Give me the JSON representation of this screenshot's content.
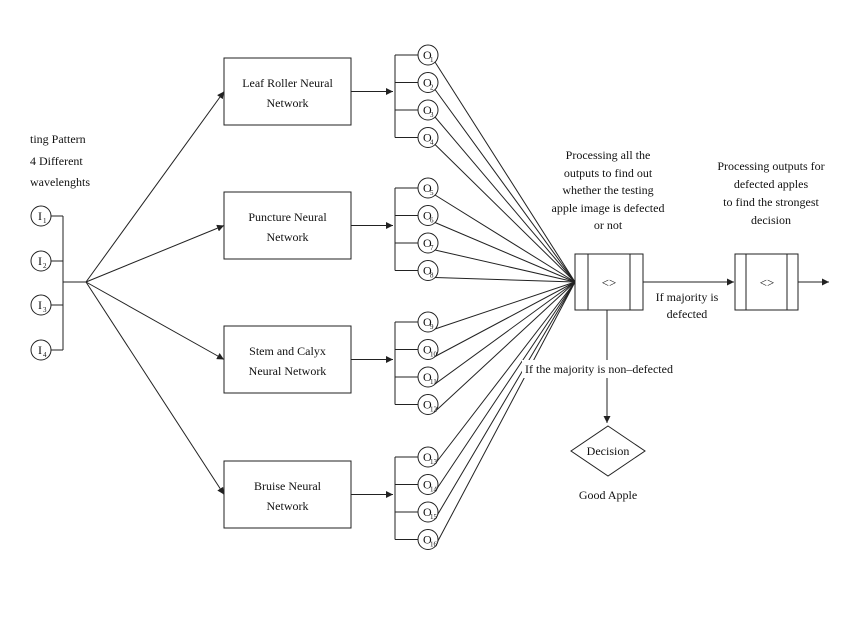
{
  "input_caption": [
    "ting Pattern",
    "4 Different",
    "wavelenghts"
  ],
  "inputs": [
    {
      "letter": "I",
      "sub": "1"
    },
    {
      "letter": "I",
      "sub": "2"
    },
    {
      "letter": "I",
      "sub": "3"
    },
    {
      "letter": "I",
      "sub": "4"
    }
  ],
  "networks": [
    {
      "lines": [
        "Leaf Roller Neural",
        "Network"
      ]
    },
    {
      "lines": [
        "Puncture Neural",
        "Network"
      ]
    },
    {
      "lines": [
        "Stem and Calyx",
        "Neural Network"
      ]
    },
    {
      "lines": [
        "Bruise Neural",
        "Network"
      ]
    }
  ],
  "outputs": [
    {
      "letter": "O",
      "sub": "1"
    },
    {
      "letter": "O",
      "sub": "2"
    },
    {
      "letter": "O",
      "sub": "3"
    },
    {
      "letter": "O",
      "sub": "4"
    },
    {
      "letter": "O",
      "sub": "5"
    },
    {
      "letter": "O",
      "sub": "6"
    },
    {
      "letter": "O",
      "sub": "7"
    },
    {
      "letter": "O",
      "sub": "8"
    },
    {
      "letter": "O",
      "sub": "9"
    },
    {
      "letter": "O",
      "sub": "10"
    },
    {
      "letter": "O",
      "sub": "11"
    },
    {
      "letter": "O",
      "sub": "12"
    },
    {
      "letter": "O",
      "sub": "13"
    },
    {
      "letter": "O",
      "sub": "14"
    },
    {
      "letter": "O",
      "sub": "15"
    },
    {
      "letter": "O",
      "sub": "16"
    }
  ],
  "processing_note": [
    "Processing all the",
    "outputs to find out",
    "whether the testing",
    "apple image  is defected",
    "or not"
  ],
  "defect_note": [
    "Processing outputs for",
    "defected apples",
    "to find the strongest",
    "decision"
  ],
  "process_symbol": "<>",
  "defect_symbol": "<>",
  "majority_defected": [
    "If majority is",
    "defected"
  ],
  "majority_non_defected": "If the majority is non–defected",
  "decision_label": "Decision",
  "good_apple_label": "Good Apple"
}
